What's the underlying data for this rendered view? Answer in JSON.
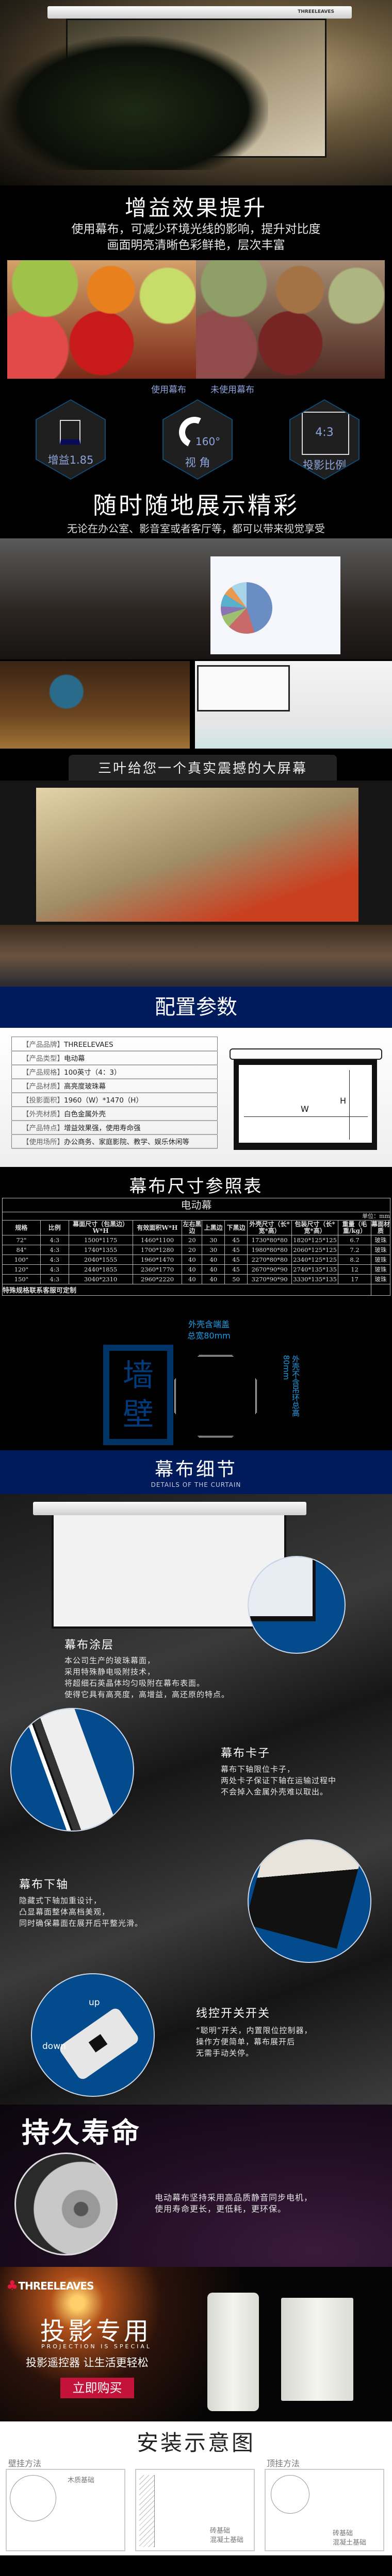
{
  "brand": {
    "name": "THREELEAVES",
    "accent": "#e3173e"
  },
  "gain_section": {
    "title": "增益效果提升",
    "lines": [
      "使用幕布，可减少环境光线的影响，提升对比度",
      "画面明亮清晰色彩鲜艳，层次丰富"
    ],
    "compare_labels": [
      "使用幕布",
      "未使用幕布"
    ]
  },
  "features": [
    {
      "icon": "gain-box-icon",
      "label": "增益1.85"
    },
    {
      "icon": "view-angle-icon",
      "value": "160°",
      "label": "视 角"
    },
    {
      "icon": "aspect-ratio-icon",
      "value": "4:3",
      "label": "投影比例"
    }
  ],
  "scene_section": {
    "title": "随时随地展示精彩",
    "subtitle": "无论在办公室、影音室或者客厅等，都可以带来视觉享受"
  },
  "bigscreen_title": "三叶给您一个真实震撼的大屏幕",
  "config": {
    "title": "配置参数",
    "rows": [
      {
        "key": "【产品品牌】",
        "value": "THREELEVAES"
      },
      {
        "key": "【产品类型】",
        "value": "电动幕"
      },
      {
        "key": "【产品规格】",
        "value": "100英寸（4：3）"
      },
      {
        "key": "【产品材质】",
        "value": "高亮度玻珠幕"
      },
      {
        "key": "【投影面积】",
        "value": "1960（W）*1470（H）"
      },
      {
        "key": "【外壳材质】",
        "value": "白色金属外壳"
      },
      {
        "key": "【产品特点】",
        "value": "增益效果强，使用寿命强"
      },
      {
        "key": "【使用场所】",
        "value": "办公商务、家庭影院、教学、娱乐休闲等"
      }
    ],
    "diagram": {
      "w": "W",
      "h": "H"
    }
  },
  "size_table": {
    "title": "幕布尺寸参照表",
    "caption": "电动幕",
    "unit": "单位：mm",
    "headers": [
      "规格",
      "比例",
      "幕面尺寸（包黑边）W*H",
      "有效面积W*H",
      "左右黑边",
      "上黑边",
      "下黑边",
      "外壳尺寸（长*宽*高）",
      "包装尺寸（长*宽*高）",
      "重量（毛重/kg）",
      "幕面材质"
    ],
    "rows": [
      [
        "72\"",
        "4:3",
        "1500*1175",
        "1460*1100",
        "20",
        "30",
        "45",
        "1730*80*80",
        "1820*125*125",
        "6.7",
        "玻珠"
      ],
      [
        "84\"",
        "4:3",
        "1740*1355",
        "1700*1280",
        "20",
        "30",
        "45",
        "1980*80*80",
        "2060*125*125",
        "7.2",
        "玻珠"
      ],
      [
        "100\"",
        "4:3",
        "2040*1555",
        "1960*1470",
        "40",
        "40",
        "45",
        "2270*80*80",
        "2340*125*125",
        "8.2",
        "玻珠"
      ],
      [
        "120\"",
        "4:3",
        "2440*1855",
        "2360*1770",
        "40",
        "40",
        "45",
        "2670*90*90",
        "2740*135*135",
        "12",
        "玻珠"
      ],
      [
        "150\"",
        "4:3",
        "3040*2310",
        "2960*2220",
        "40",
        "40",
        "50",
        "3270*90*90",
        "3330*135*135",
        "17",
        "玻珠"
      ]
    ],
    "footer": "特殊规格联系客服可定制"
  },
  "housing": {
    "wall": "墙壁",
    "width_note": [
      "外壳含端盖",
      "总宽80mm"
    ],
    "height_note": [
      "外壳不含吊环",
      "总高80mm"
    ]
  },
  "details": {
    "title": "幕布细节",
    "subtitle": "DETAILS OF THE CURTAIN",
    "items": [
      {
        "title": "幕布涂层",
        "lines": [
          "本公司生产的玻珠幕面，",
          "采用特殊静电吸附技术，",
          "将超细石英晶体均匀吸附在幕布表面。",
          "使得它具有高亮度，高增益，高还原的特点。"
        ]
      },
      {
        "title": "幕布卡子",
        "lines": [
          "幕布下轴限位卡子，",
          "两处卡子保证下轴在运输过程中",
          "不会掉入金属外壳难以取出。"
        ]
      },
      {
        "title": "幕布下轴",
        "lines": [
          "隐藏式下轴加重设计，",
          "凸显幕面整体高档美观，",
          "同时确保幕面在展开后平整光滑。"
        ]
      },
      {
        "title": "线控开关开关",
        "lines": [
          "“聪明”开关，内置限位控制器，",
          "操作方便简单，幕布展开后",
          "无需手动关停。"
        ],
        "up": "up",
        "down": "down"
      }
    ]
  },
  "life": {
    "title": "持久寿命",
    "lines": [
      "电动幕布坚持采用高品质静音同步电机，",
      "使用寿命更长，更低耗，更环保。"
    ]
  },
  "promo": {
    "title": "投影专用",
    "subtitle": "PROJECTION IS SPECIAL",
    "tagline": "投影遥控器 让生活更轻松",
    "buy_button": "立即购买"
  },
  "install": {
    "title": "安装示意图",
    "wall_label": "壁挂方法",
    "ceiling_label": "顶挂方法",
    "panels": [
      [
        "木质基础"
      ],
      [
        "砖基础",
        "混凝土基础"
      ],
      [
        "砖基础",
        "混凝土基础"
      ]
    ]
  }
}
